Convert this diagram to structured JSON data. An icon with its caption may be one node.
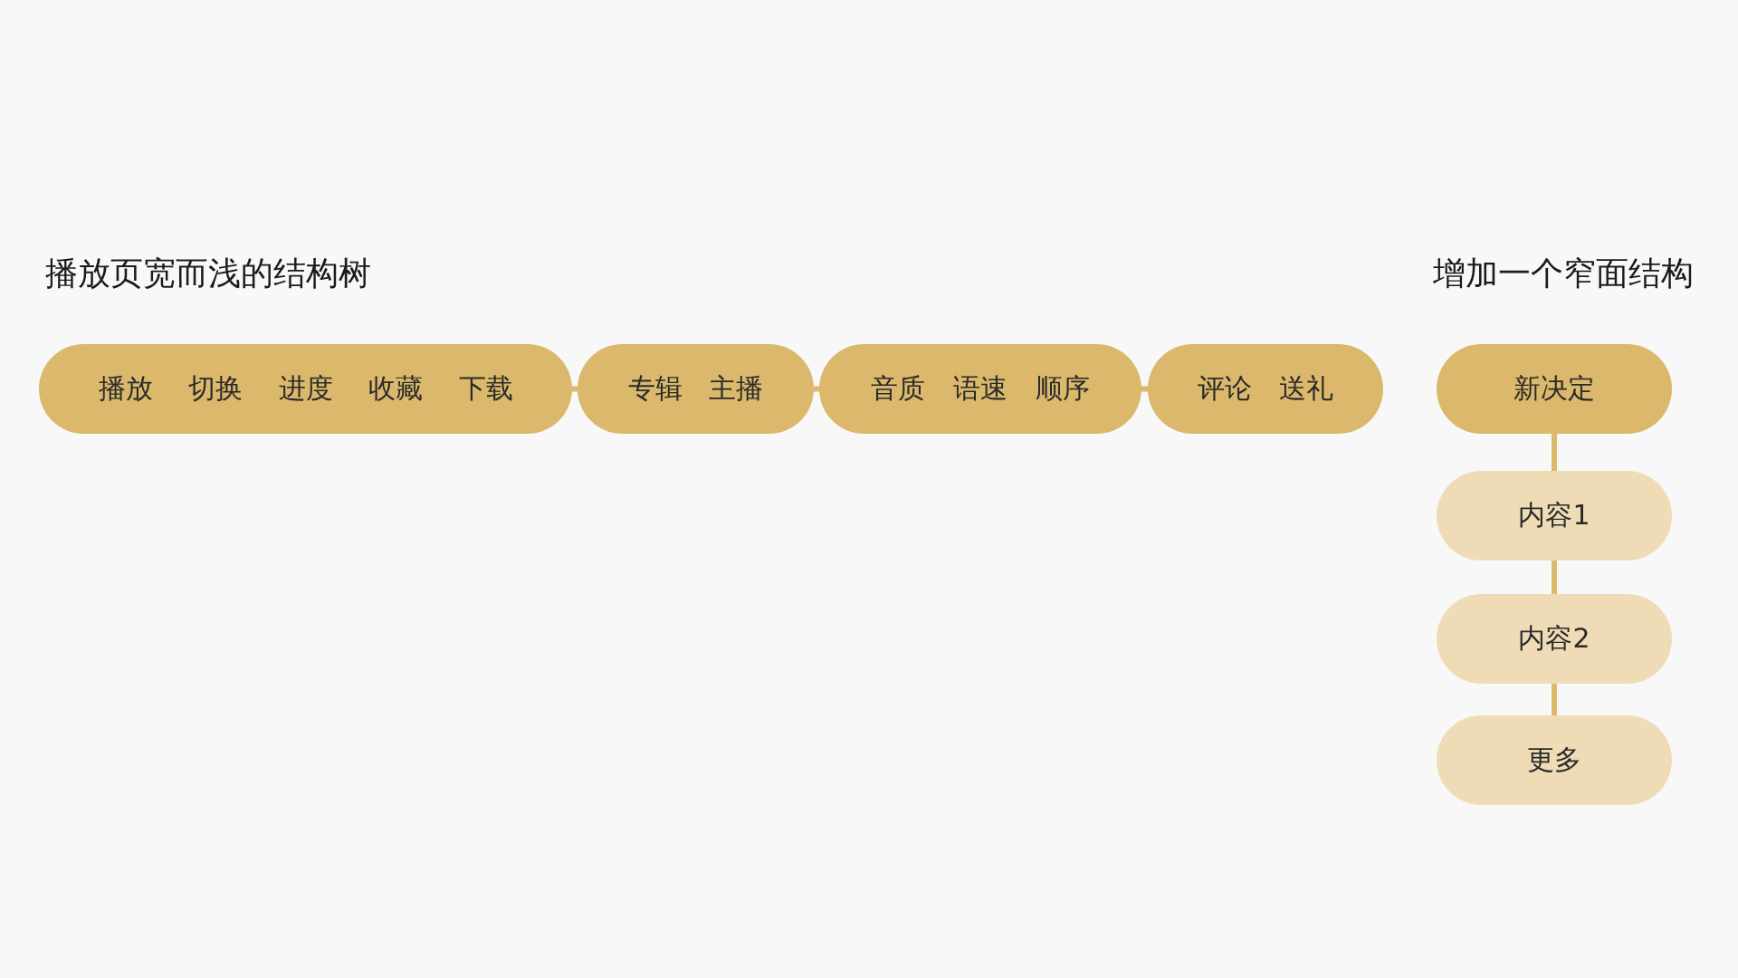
{
  "diagram": {
    "nodes": [
      {
        "text": [
          "播放",
          "切换",
          "进度",
          "收藏",
          "下载"
        ]
      },
      {
        "text": [
          "专辑",
          "主播"
        ]
      },
      {
        "text": [
          "音质",
          "语速",
          "顺序"
        ]
      },
      {
        "text": [
          "评论",
          "送礼"
        ]
      },
      {
        "text": [
          "新决定"
        ]
      },
      {
        "text": [
          "内容1"
        ]
      },
      {
        "text": [
          "内容2"
        ]
      },
      {
        "text": [
          "更多"
        ]
      }
    ],
    "edges": [
      {
        "from": 0,
        "to": 1,
        "arrow": "none"
      },
      {
        "from": 1,
        "to": 2,
        "arrow": "none"
      },
      {
        "from": 2,
        "to": 3,
        "arrow": "none"
      },
      {
        "from": 4,
        "to": 5,
        "arrow": "none"
      },
      {
        "from": 5,
        "to": 6,
        "arrow": "none"
      },
      {
        "from": 6,
        "to": 7,
        "arrow": "none"
      }
    ],
    "labels": [
      "播放页宽而浅的结构树",
      "增加一个窄面结构"
    ]
  }
}
